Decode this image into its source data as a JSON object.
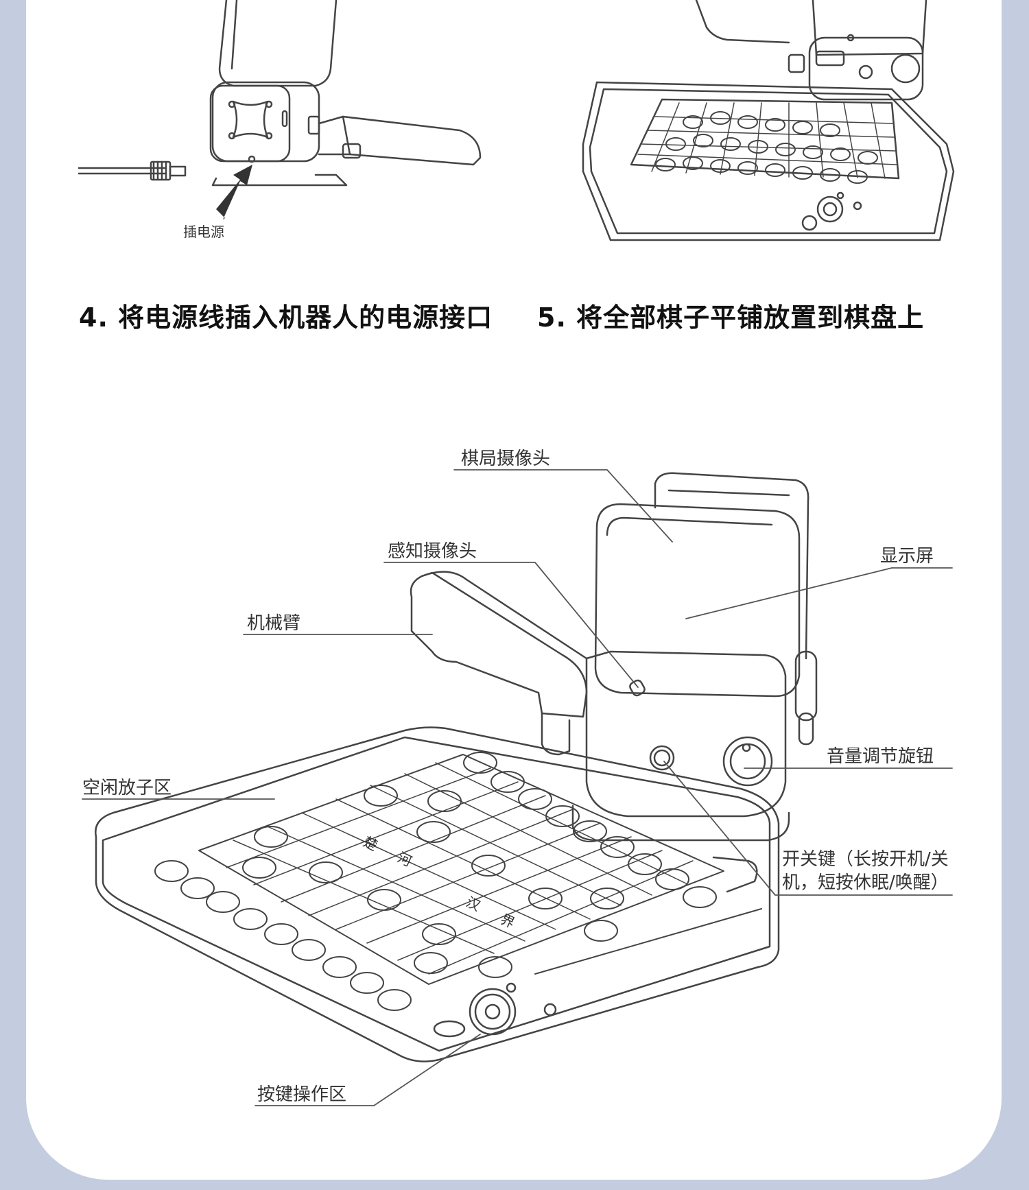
{
  "steps": [
    {
      "number": "4.",
      "title": "将电源线插入机器人的电源接口",
      "callout": "插电源"
    },
    {
      "number": "5.",
      "title": "将全部棋子平铺放置到棋盘上"
    }
  ],
  "diagram": {
    "labels": {
      "board_camera": "棋局摄像头",
      "sense_camera": "感知摄像头",
      "display": "显示屏",
      "arm": "机械臂",
      "volume_knob": "音量调节旋钮",
      "idle_zone": "空闲放子区",
      "power_key": "开关键（长按开机/关机，短按休眠/唤醒）",
      "button_zone": "按键操作区"
    },
    "river_text": [
      "楚",
      "河",
      "汉",
      "界"
    ]
  },
  "colors": {
    "background": "#c3cddf",
    "card": "#ffffff",
    "line": "#555555",
    "text": "#111111"
  }
}
